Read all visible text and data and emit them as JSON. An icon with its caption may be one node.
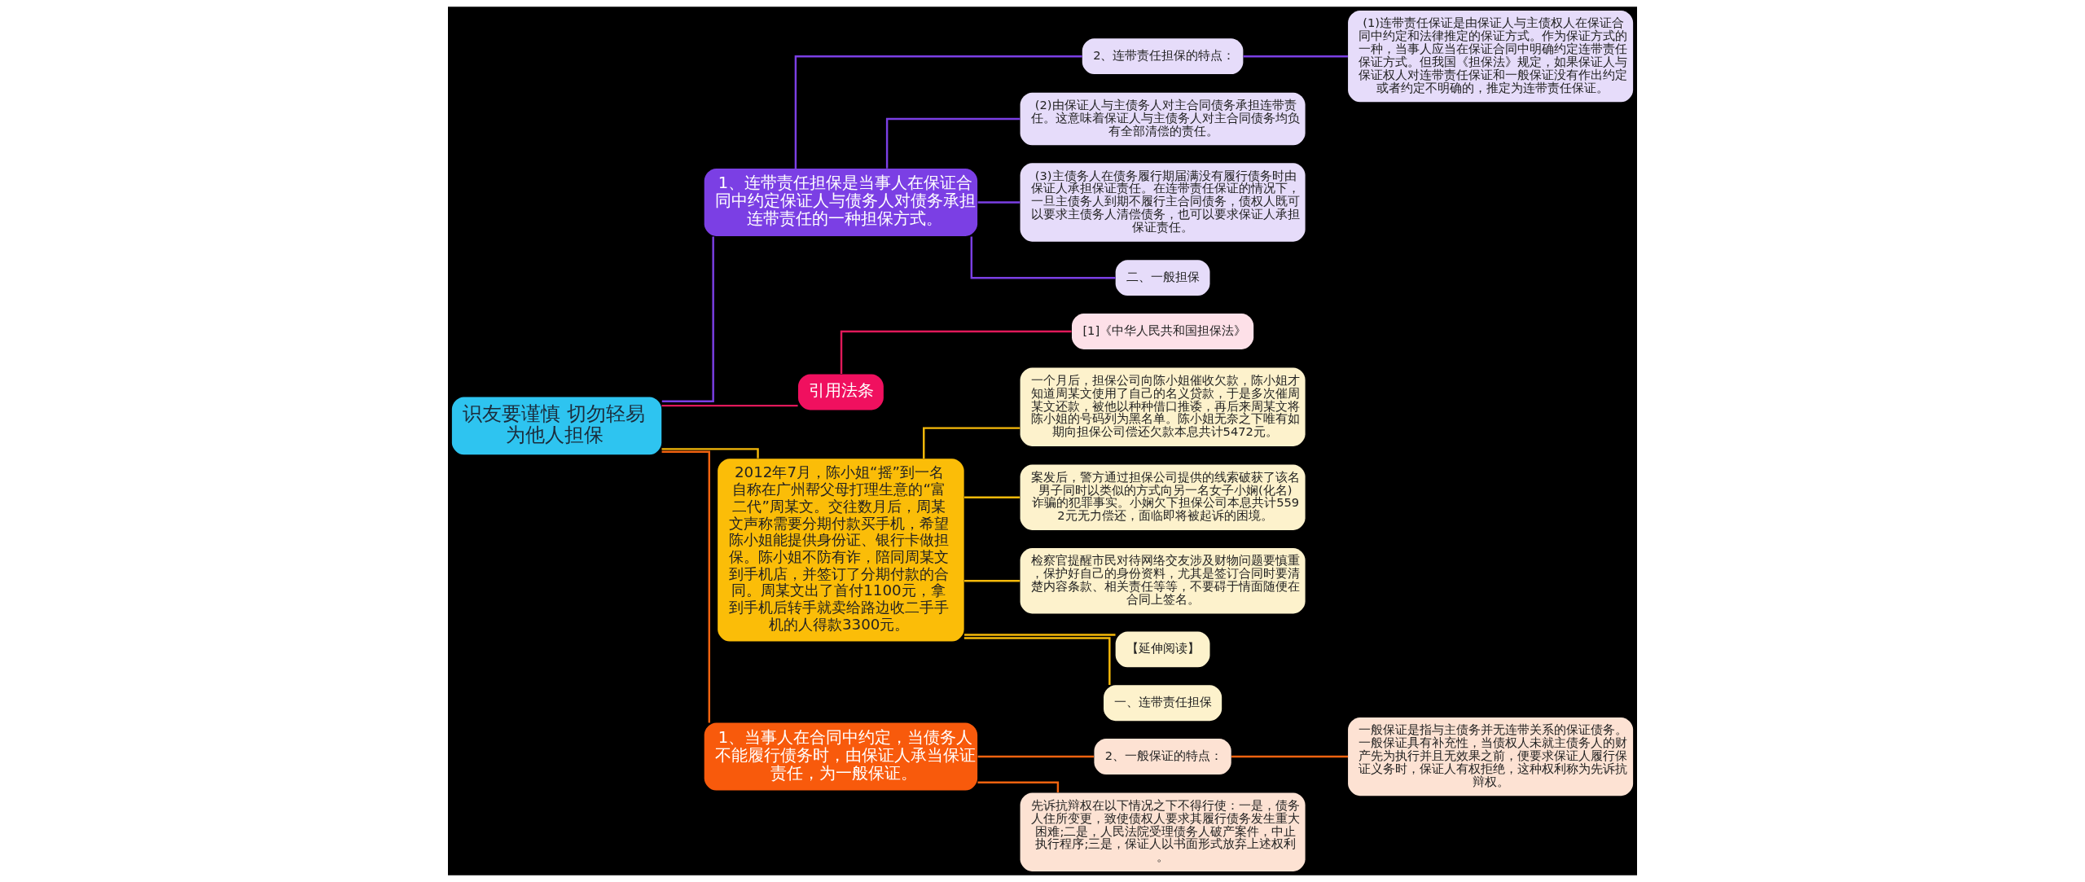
{
  "diagram": {
    "nodes": [
      {
        "text": [
          "识友要谨慎 切勿轻易为他人担保"
        ]
      },
      {
        "text": [
          "1、连带责任担保是当事人在保证合同中约定保证人与债务人对债务承担连带责任的一种担保方式。"
        ]
      },
      {
        "text": [
          "2、连带责任担保的特点："
        ]
      },
      {
        "text": [
          "(1)连带责任保证是由保证人与主债权人在保证合同中约定和法律推定的保证方式。作为保证方式的一种，当事人应当在保证合同中明确约定连带责任保证方式。但我国《担保法》规定，如果保证人与保证权人对连带责任保证和一般保证没有作出约定或者约定不明确的，推定为连带责任保证。"
        ]
      },
      {
        "text": [
          "(2)由保证人与主债务人对主合同债务承担连带责任。这意味着保证人与主债务人对主合同债务均负有全部清偿的责任。"
        ]
      },
      {
        "text": [
          "(3)主债务人在债务履行期届满没有履行债务时由保证人承担保证责任。在连带责任保证的情况下，一旦主债务人到期不履行主合同债务，债权人既可以要求主债务人清偿债务，也可以要求保证人承担保证责任。"
        ]
      },
      {
        "text": [
          "二、一般担保"
        ]
      },
      {
        "text": [
          "引用法条"
        ]
      },
      {
        "text": [
          "[1]《中华人民共和国担保法》"
        ]
      },
      {
        "text": [
          "2012年7月，陈小姐“摇”到一名自称在广州帮父母打理生意的“富二代”周某文。交往数月后，周某文声称需要分期付款买手机，希望陈小姐能提供身份证、银行卡做担保。陈小姐不防有诈，陪同周某文到手机店，并签订了分期付款的合同。周某文出了首付1100元，拿到手机后转手就卖给路边收二手手机的人得款3300元。"
        ]
      },
      {
        "text": [
          "一个月后，担保公司向陈小姐催收欠款，陈小姐才知道周某文使用了自己的名义贷款，于是多次催周某文还款，被他以种种借口推诿，再后来周某文将陈小姐的号码列为黑名单。陈小姐无奈之下唯有如期向担保公司偿还欠款本息共计5472元。"
        ]
      },
      {
        "text": [
          "案发后，警方通过担保公司提供的线索破获了该名男子同时以类似的方式向另一名女子小娴(化名)诈骗的犯罪事实。小娴欠下担保公司本息共计5592元无力偿还，面临即将被起诉的困境。"
        ]
      },
      {
        "text": [
          "检察官提醒市民对待网络交友涉及财物问题要慎重，保护好自己的身份资料，尤其是签订合同时要清楚内容条款、相关责任等等，不要碍于情面随便在合同上签名。"
        ]
      },
      {
        "text": [
          "【延伸阅读】"
        ]
      },
      {
        "text": [
          "一、连带责任担保"
        ]
      },
      {
        "text": [
          "1、当事人在合同中约定，当债务人不能履行债务时，由保证人承当保证责任，为一般保证。"
        ]
      },
      {
        "text": [
          "2、一般保证的特点："
        ]
      },
      {
        "text": [
          "一般保证是指与主债务并无连带关系的保证债务。一般保证具有补充性，当债权人未就主债务人的财产先为执行并且无效果之前，便要求保证人履行保证义务时，保证人有权拒绝，这种权利称为先诉抗辩权。"
        ]
      },
      {
        "text": [
          "先诉抗辩权在以下情况之下不得行使：一是，债务人住所变更，致使债权人要求其履行债务发生重大困难;二是，人民法院受理债务人破产案件，中止执行程序;三是，保证人以书面形式放弃上述权利。"
        ]
      }
    ],
    "edges": [
      {
        "from": 0,
        "to": 1,
        "arrow": "none",
        "color": "#7b3fe4"
      },
      {
        "from": 1,
        "to": 2,
        "arrow": "none",
        "color": "#7b3fe4"
      },
      {
        "from": 2,
        "to": 3,
        "arrow": "none",
        "color": "#7b3fe4"
      },
      {
        "from": 1,
        "to": 4,
        "arrow": "none",
        "color": "#7b3fe4"
      },
      {
        "from": 1,
        "to": 5,
        "arrow": "none",
        "color": "#7b3fe4"
      },
      {
        "from": 1,
        "to": 6,
        "arrow": "none",
        "color": "#7b3fe4"
      },
      {
        "from": 0,
        "to": 7,
        "arrow": "none",
        "color": "#e0195a"
      },
      {
        "from": 7,
        "to": 8,
        "arrow": "none",
        "color": "#e0195a"
      },
      {
        "from": 0,
        "to": 9,
        "arrow": "none",
        "color": "#f5b90a"
      },
      {
        "from": 9,
        "to": 10,
        "arrow": "none",
        "color": "#f5b90a"
      },
      {
        "from": 9,
        "to": 11,
        "arrow": "none",
        "color": "#f5b90a"
      },
      {
        "from": 9,
        "to": 12,
        "arrow": "none",
        "color": "#f5b90a"
      },
      {
        "from": 9,
        "to": 13,
        "arrow": "none",
        "color": "#f5b90a"
      },
      {
        "from": 9,
        "to": 14,
        "arrow": "none",
        "color": "#f5b90a"
      },
      {
        "from": 0,
        "to": 15,
        "arrow": "none",
        "color": "#f0620f"
      },
      {
        "from": 15,
        "to": 16,
        "arrow": "none",
        "color": "#f0620f"
      },
      {
        "from": 16,
        "to": 17,
        "arrow": "none",
        "color": "#f0620f"
      },
      {
        "from": 15,
        "to": 18,
        "arrow": "none",
        "color": "#f0620f"
      }
    ]
  }
}
